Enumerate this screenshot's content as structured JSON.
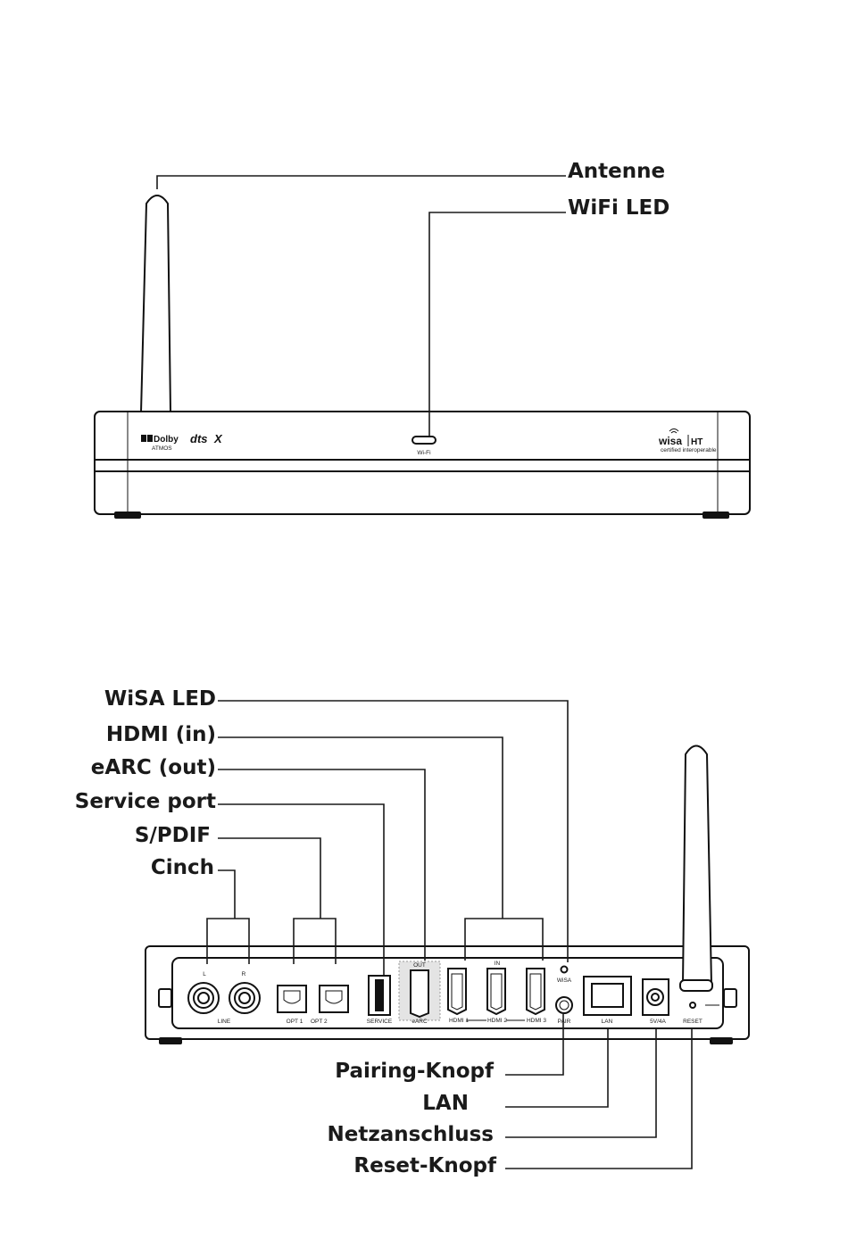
{
  "front_view": {
    "callouts": {
      "antenna": "Antenne",
      "wifi_led": "WiFi LED"
    },
    "logos": {
      "dolby": "Dolby",
      "dolby_sub": "ATMOS",
      "dts": "dts",
      "dts_x": "X",
      "wisa": "wisa",
      "wisa_ht": "HT",
      "wisa_sub": "certified interoperable"
    },
    "wifi_label": "Wi-Fi"
  },
  "rear_view": {
    "callouts_top": {
      "wisa_led": "WiSA LED",
      "hdmi_in": "HDMI (in)",
      "earc_out": "eARC (out)",
      "service_port": "Service port",
      "spdif": "S/PDIF",
      "cinch": "Cinch"
    },
    "callouts_bottom": {
      "pairing": "Pairing-Knopf",
      "lan": "LAN",
      "power": "Netzanschluss",
      "reset": "Reset-Knopf"
    },
    "port_labels": {
      "line_l": "L",
      "line_r": "R",
      "line": "LINE",
      "opt": "OPT 1",
      "opt2": "OPT 2",
      "service": "SERVICE",
      "out": "OUT",
      "earc": "eARC",
      "in": "IN",
      "hdmi1": "HDMI 1",
      "hdmi2": "HDMI 2",
      "hdmi3": "HDMI 3",
      "wisa": "WiSA",
      "pair": "PAIR",
      "lan": "LAN",
      "power": "5V/4A",
      "reset": "RESET"
    }
  },
  "colors": {
    "ink": "#1a1a1a",
    "background": "#ffffff"
  }
}
